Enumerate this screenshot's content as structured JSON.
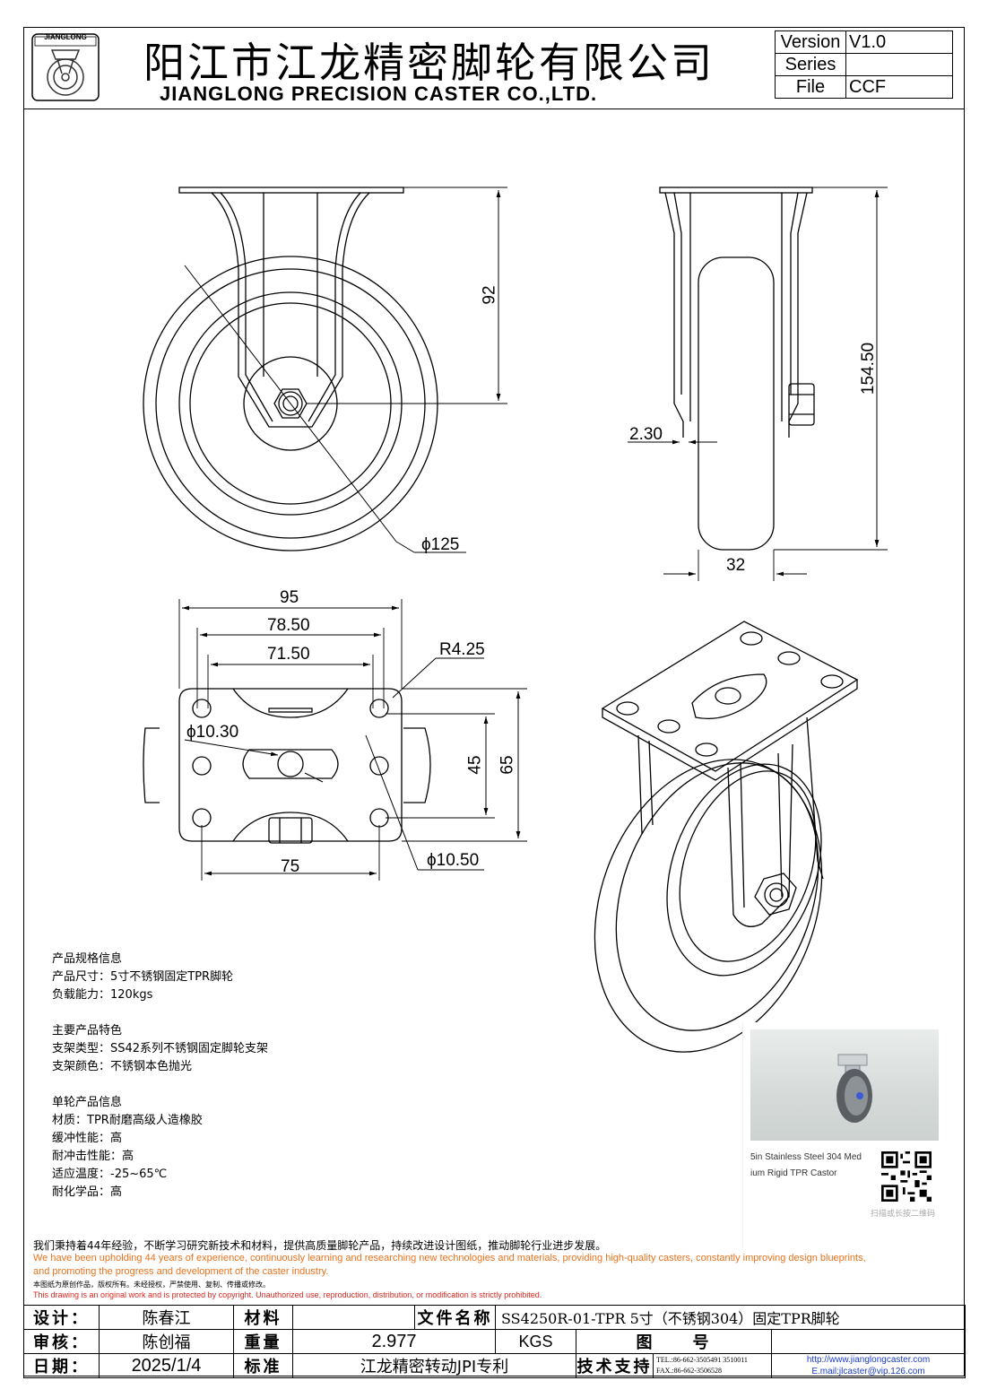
{
  "header": {
    "logo_text": "JIANGLONG",
    "company_cn": "阳江市江龙精密脚轮有限公司",
    "company_en": "JIANGLONG PRECISION CASTER CO.,LTD.",
    "version_label": "Version",
    "version_value": "V1.0",
    "series_label": "Series",
    "series_value": "",
    "file_label": "File",
    "file_value": "CCF"
  },
  "dimensions": {
    "height_92": "92",
    "height_total": "154.50",
    "plate_thickness": "2.30",
    "wheel_diameter": "ϕ125",
    "wheel_width": "32",
    "plate_width": "95",
    "hole_span": "78.50",
    "slot_span": "71.50",
    "radius": "R4.25",
    "center_hole": "ϕ10.30",
    "bolt_hole": "ϕ10.50",
    "hole_span_y": "45",
    "plate_length": "65",
    "bottom_span": "75"
  },
  "specs": {
    "section1_title": "产品规格信息",
    "size": "产品尺寸：5寸不锈钢固定TPR脚轮",
    "load": "负载能力：120kgs",
    "section2_title": "主要产品特色",
    "bracket_type": "支架类型：SS42系列不锈钢固定脚轮支架",
    "bracket_color": "支架颜色：不锈钢本色抛光",
    "section3_title": "单轮产品信息",
    "material": "材质：TPR耐磨高级人造橡胶",
    "cushion": "缓冲性能：高",
    "impact": "耐冲击性能：高",
    "temperature": "适应温度：-25~65℃",
    "chemical": "耐化学品：高"
  },
  "product_card": {
    "caption_line1": "5in Stainless Steel 304 Med",
    "caption_line2": "ium Rigid TPR Castor",
    "qr_caption": "扫描或长按二维码"
  },
  "notes": {
    "cn_statement": "我们秉持着44年经验，不断学习研究新技术和材料，提供高质量脚轮产品，持续改进设计图纸，推动脚轮行业进步发展。",
    "en_statement_1": "We have been upholding 44 years of experience, continuously learning and researching new technologies and materials, providing high-quality casters, constantly improving design blueprints,",
    "en_statement_2": "and promoting the progress and development of the caster industry.",
    "cn_copyright_1": "本图纸为原创作品，版权所有。未经授权，严禁使用、复制、传播或修改。",
    "en_copyright": "This drawing is an original work and is protected by copyright. Unauthorized use, reproduction, distribution, or modification is strictly prohibited."
  },
  "title_block": {
    "design_label": "设计：",
    "designer": "陈春江",
    "material_label": "材料",
    "material_value": "",
    "filename_label": "文件名称",
    "filename_value": "SS4250R-01-TPR 5寸（不锈钢304）固定TPR脚轮",
    "review_label": "审核：",
    "reviewer": "陈创福",
    "weight_label": "重量",
    "weight_value": "2.977",
    "weight_unit": "KGS",
    "drawing_no_label": "图　　号",
    "drawing_no_value": "",
    "date_label": "日期：",
    "date_value": "2025/1/4",
    "standard_label": "标准",
    "standard_value": "江龙精密转动JPI专利",
    "support_label": "技术支持",
    "tel": "TEL.:86-662-3505491 3510011",
    "fax": "FAX.:86-662-3506528",
    "website": "http://www.jianglongcaster.com",
    "email": "E.mail:jlcaster@vip.126.com"
  },
  "colors": {
    "note_orange": "#e8721c",
    "note_red": "#d9251d",
    "link_blue": "#1a3cc8"
  }
}
